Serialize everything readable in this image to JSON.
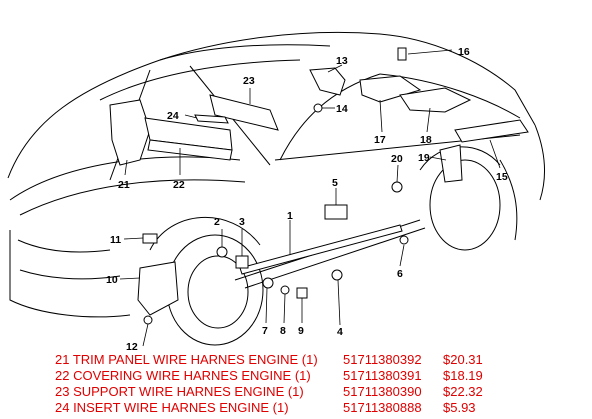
{
  "callouts": {
    "c1": "1",
    "c2": "2",
    "c3": "3",
    "c4": "4",
    "c5": "5",
    "c6": "6",
    "c7": "7",
    "c8": "8",
    "c9": "9",
    "c10": "10",
    "c11": "11",
    "c12": "12",
    "c13": "13",
    "c14": "14",
    "c15": "15",
    "c16": "16",
    "c17": "17",
    "c18": "18",
    "c19": "19",
    "c20": "20",
    "c21": "21",
    "c22": "22",
    "c23": "23",
    "c24": "24"
  },
  "parts": [
    {
      "desc": "21 TRIM PANEL WIRE HARNES ENGINE (1)",
      "number": "51711380392",
      "price": "$20.31"
    },
    {
      "desc": "22 COVERING WIRE HARNES ENGINE (1)",
      "number": "51711380391",
      "price": "$18.19"
    },
    {
      "desc": "23 SUPPORT WIRE HARNES ENGINE (1)",
      "number": "51711380390",
      "price": "$22.32"
    },
    {
      "desc": "24 INSERT WIRE HARNES ENGINE (1)",
      "number": "51711380888",
      "price": "$5.93"
    }
  ],
  "colors": {
    "line_art": "#000000",
    "parts_text": "#e00000",
    "background": "#ffffff"
  }
}
